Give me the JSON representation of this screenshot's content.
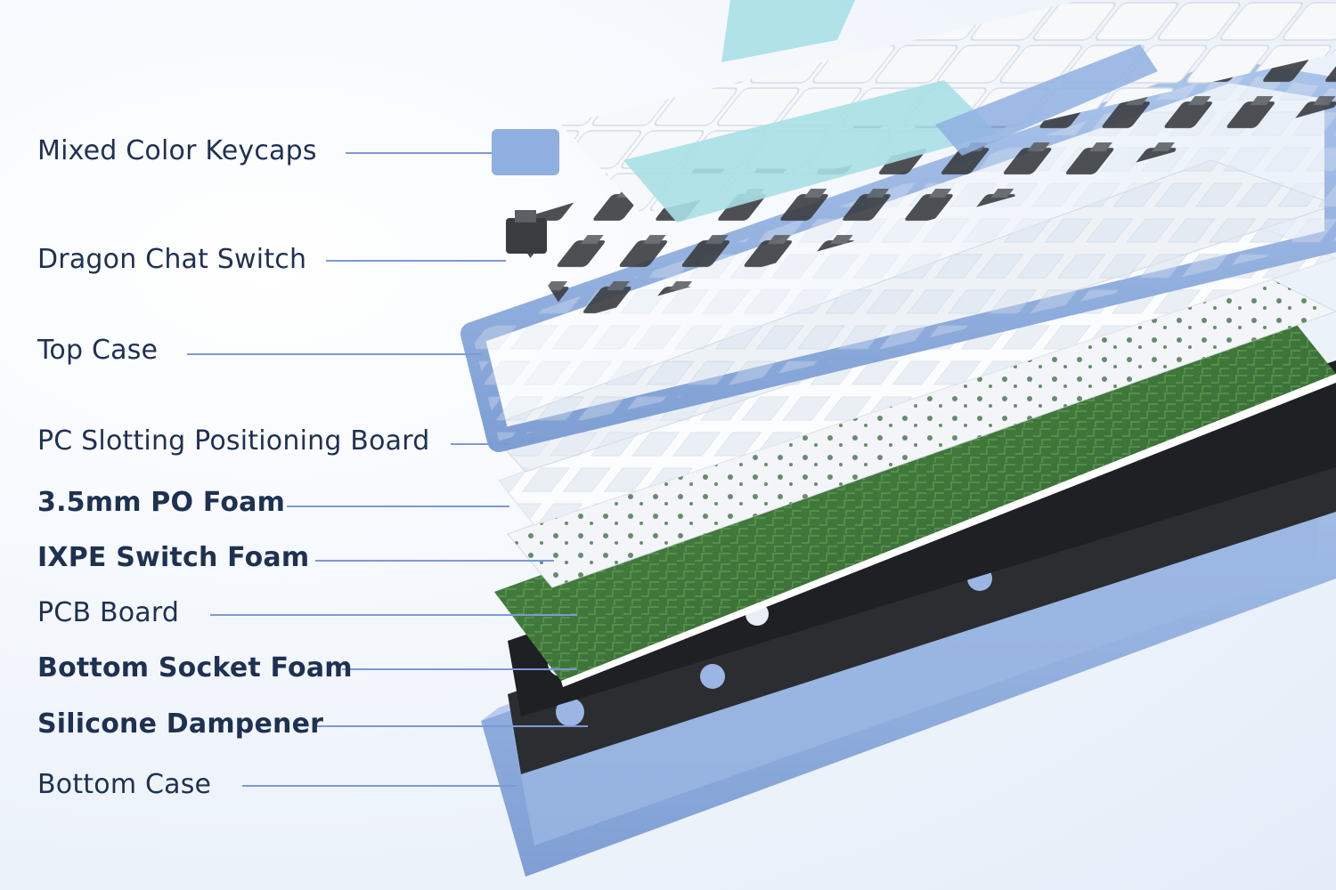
{
  "labels": [
    {
      "text": "Mixed Color Keycaps",
      "bold": false
    },
    {
      "text": "Dragon Chat Switch",
      "bold": false
    },
    {
      "text": "Top Case",
      "bold": false
    },
    {
      "text": "PC Slotting Positioning Board",
      "bold": false
    },
    {
      "text": "3.5mm PO Foam",
      "bold": true
    },
    {
      "text": "IXPE Switch Foam",
      "bold": true
    },
    {
      "text": "PCB Board",
      "bold": false
    },
    {
      "text": "Bottom Socket Foam",
      "bold": true
    },
    {
      "text": "Silicone Dampener",
      "bold": true
    },
    {
      "text": "Bottom Case",
      "bold": false
    }
  ],
  "colors": {
    "label_text": "#1f3152",
    "leader_line": "#7d98d6",
    "case_blue": "#8fb0e0",
    "keycap_white": "#f4f6f9",
    "keycap_cyan": "#a9dfe6",
    "pcb_green": "#3e7a3a",
    "foam_black": "#1e1f22",
    "plate_white": "#eef1f5"
  }
}
